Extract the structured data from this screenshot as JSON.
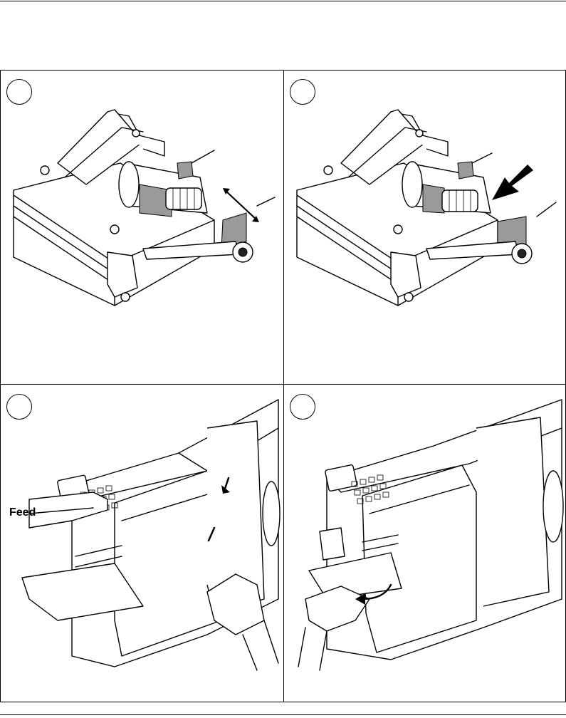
{
  "page": {
    "panels": [
      {
        "id": "panel-1",
        "step_label": ""
      },
      {
        "id": "panel-2",
        "step_label": ""
      },
      {
        "id": "panel-3",
        "step_label": "",
        "callout_text": "Feed"
      },
      {
        "id": "panel-4",
        "step_label": ""
      }
    ]
  },
  "colors": {
    "line": "#000000",
    "fill": "#ffffff",
    "shade": "#9a9a9a"
  }
}
